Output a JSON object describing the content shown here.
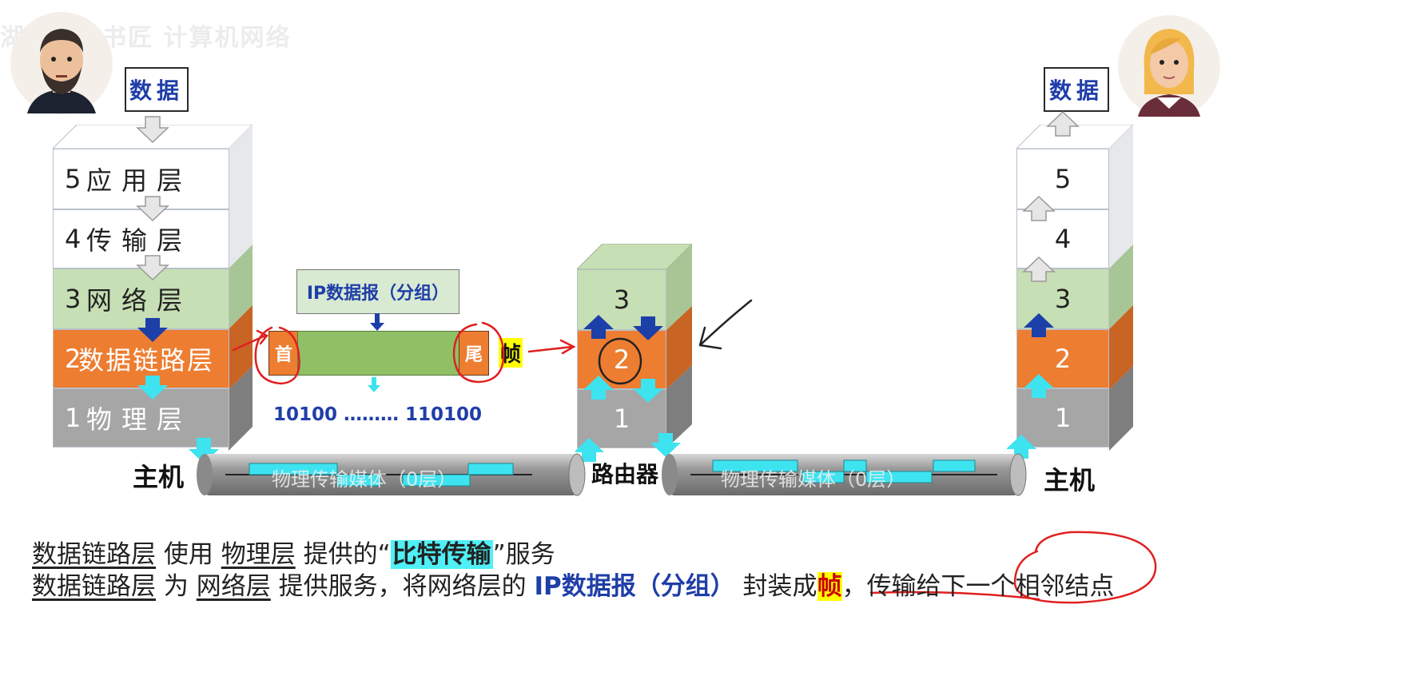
{
  "top_data_box": "数据",
  "sender": {
    "label": "主机",
    "layers": [
      {
        "num": "5",
        "name": "应用层"
      },
      {
        "num": "4",
        "name": "传输层"
      },
      {
        "num": "3",
        "name": "网络层"
      },
      {
        "num": "2",
        "name": "数据链路层"
      },
      {
        "num": "1",
        "name": "物理层"
      }
    ]
  },
  "frame": {
    "packet_label": "IP数据报（分组）",
    "header": "首",
    "trailer": "尾",
    "frame_label": "帧",
    "bits": "10100 ……… 110100"
  },
  "router": {
    "label": "路由器",
    "layers": [
      "3",
      "2",
      "1"
    ]
  },
  "receiver": {
    "label": "主机",
    "data_box": "数据",
    "layers": [
      "5",
      "4",
      "3",
      "2",
      "1"
    ]
  },
  "medium": {
    "label": "物理传输媒体（0层）"
  },
  "captions": {
    "line1": {
      "t1": "数据链路层",
      "t2": " 使用 ",
      "t3": "物理层",
      "t4": " 提供的“",
      "t5": "比特传输",
      "t6": "”服务"
    },
    "line2": {
      "t1": "数据链路层",
      "t2": " 为 ",
      "t3": "网络层",
      "t4": " 提供服务，将网络层的 ",
      "t5": "IP数据报（分组）",
      "t6": " 封装成",
      "t7": "帧",
      "t8": "，",
      "t9": "传输给下一个相邻结点"
    }
  },
  "watermark": "湖科大教书匠 计算机网络",
  "colors": {
    "layer_white": "#ffffff",
    "layer_green": "#c6dfb4",
    "layer_orange": "#ed7d31",
    "layer_gray": "#a6a6a6",
    "frame_body": "#8fc066",
    "arrow_cyan": "#3ee3f0",
    "arrow_blue": "#1c3fa8",
    "annotation_red": "#e02020"
  },
  "icons": [
    "teacher-avatar-icon",
    "woman-avatar-icon"
  ]
}
